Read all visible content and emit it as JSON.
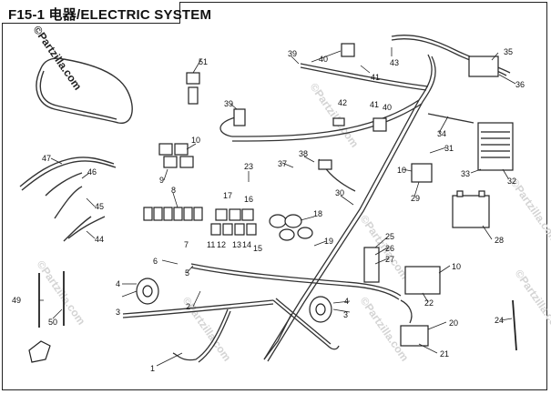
{
  "title": "F15-1 电器/ELECTRIC SYSTEM",
  "watermark": "©Partzilla.com",
  "callouts": [
    "1",
    "2",
    "3",
    "4",
    "5",
    "6",
    "7",
    "8",
    "9",
    "10",
    "11",
    "12",
    "13",
    "14",
    "15",
    "16",
    "17",
    "18",
    "19",
    "20",
    "21",
    "22",
    "23",
    "24",
    "25",
    "26",
    "27",
    "28",
    "29",
    "30",
    "31",
    "32",
    "33",
    "34",
    "35",
    "36",
    "37",
    "38",
    "39",
    "40",
    "41",
    "42",
    "43",
    "44",
    "45",
    "46",
    "47",
    "49",
    "50",
    "51"
  ]
}
